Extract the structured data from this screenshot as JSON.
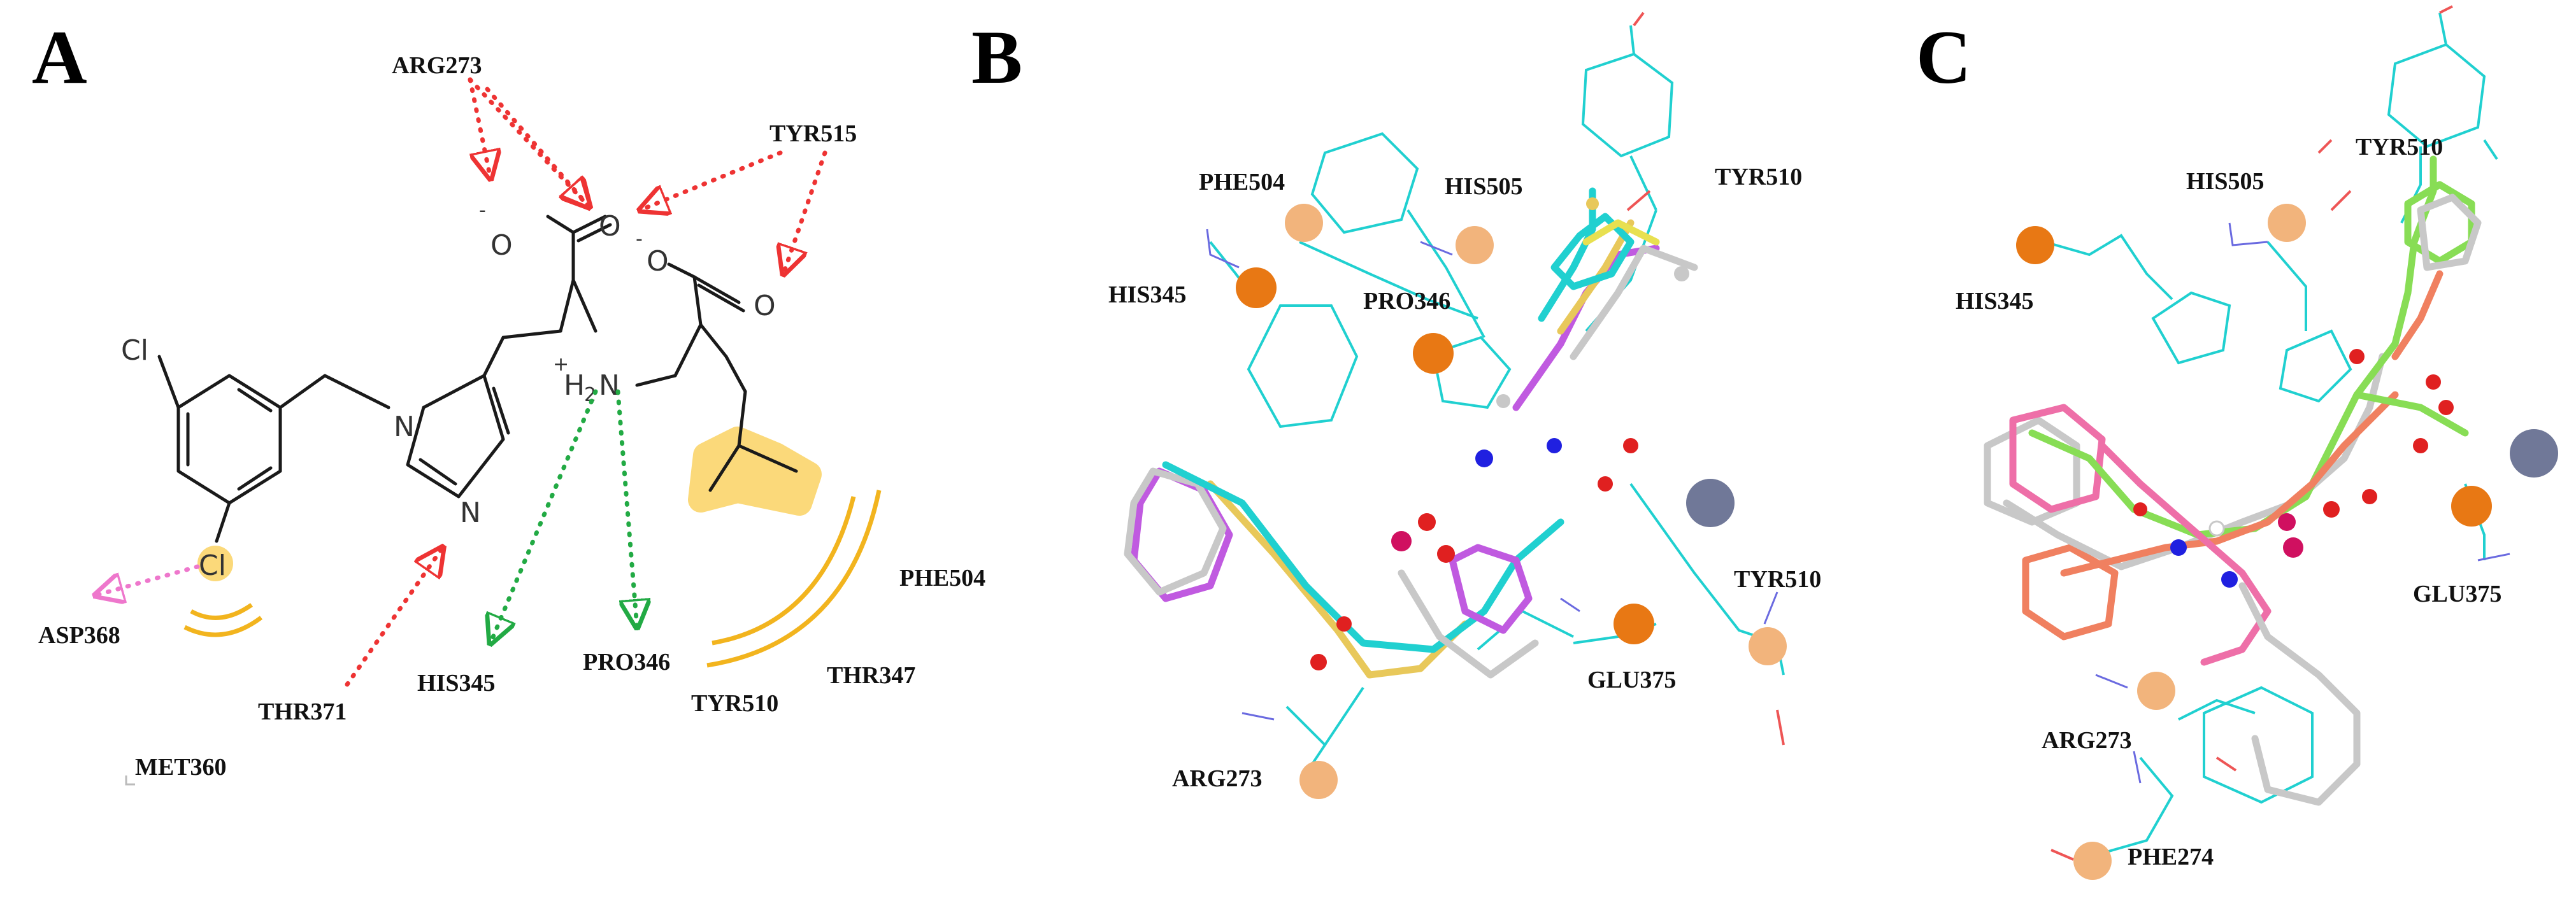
{
  "panels": {
    "a": {
      "letter": "A",
      "residues": {
        "arg273": "ARG273",
        "tyr515": "TYR515",
        "asp368": "ASP368",
        "thr371": "THR371",
        "his345": "HIS345",
        "pro346": "PRO346",
        "tyr510": "TYR510",
        "thr347": "THR347",
        "phe504": "PHE504",
        "met360": "MET360"
      },
      "atoms": {
        "cl_top": "Cl",
        "cl_bottom": "Cl",
        "n_ring1": "N",
        "n_ring2": "N",
        "nh2": "H",
        "nh2_sub": "2",
        "nh2_n": "N",
        "plus": "+",
        "o1": "O",
        "o2": "O",
        "o3": "O",
        "o4": "O",
        "minus1": "-",
        "minus2": "-"
      }
    },
    "b": {
      "letter": "B",
      "residues": {
        "phe504": "PHE504",
        "his505": "HIS505",
        "tyr510_top": "TYR510",
        "his345": "HIS345",
        "pro346": "PRO346",
        "tyr510_right": "TYR510",
        "glu375": "GLU375",
        "arg273": "ARG273"
      }
    },
    "c": {
      "letter": "C",
      "residues": {
        "his505": "HIS505",
        "tyr510": "TYR510",
        "his345": "HIS345",
        "glu375": "GLU375",
        "arg273": "ARG273",
        "phe274": "PHE274"
      }
    }
  },
  "colors": {
    "hbond_red": "#ee3333",
    "hbond_green": "#22aa44",
    "halogen_pink": "#ee77cc",
    "hydrophobic": "#f2b41e",
    "hydrophobic_fill": "#fbd97a",
    "cyan": "#20d0d0",
    "magenta": "#c05ae0",
    "yellow": "#e8c85a",
    "grey": "#c8c8c8",
    "orange_dark": "#e87814",
    "orange_light": "#f2b47c",
    "red_o": "#e02020",
    "blue_n": "#2020e0",
    "zinc": "#707898",
    "green": "#88dd55",
    "salmon": "#f08060",
    "pink": "#ee6fa8"
  }
}
